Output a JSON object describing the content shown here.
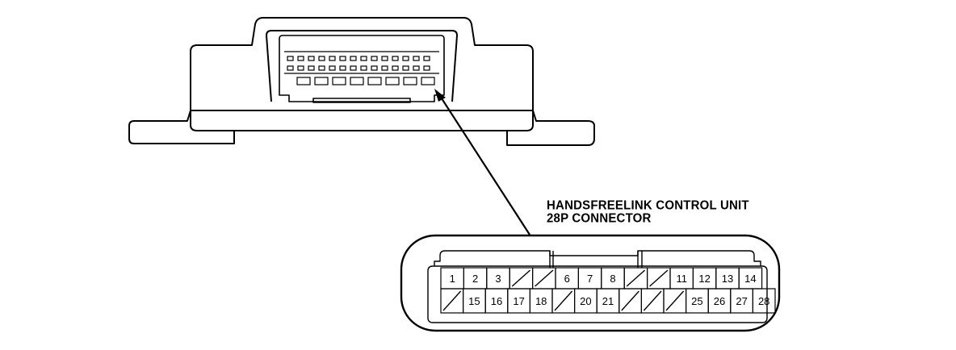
{
  "callout": {
    "line1": "HANDSFREELINK CONTROL UNIT",
    "line2": "28P CONNECTOR"
  },
  "connector": {
    "top_row": [
      "1",
      "2",
      "3",
      "",
      "",
      "6",
      "7",
      "8",
      "",
      "",
      "11",
      "12",
      "13",
      "14"
    ],
    "bottom_row": [
      "",
      "15",
      "16",
      "17",
      "18",
      "",
      "20",
      "21",
      "",
      "",
      "",
      "25",
      "26",
      "27",
      "28"
    ]
  }
}
